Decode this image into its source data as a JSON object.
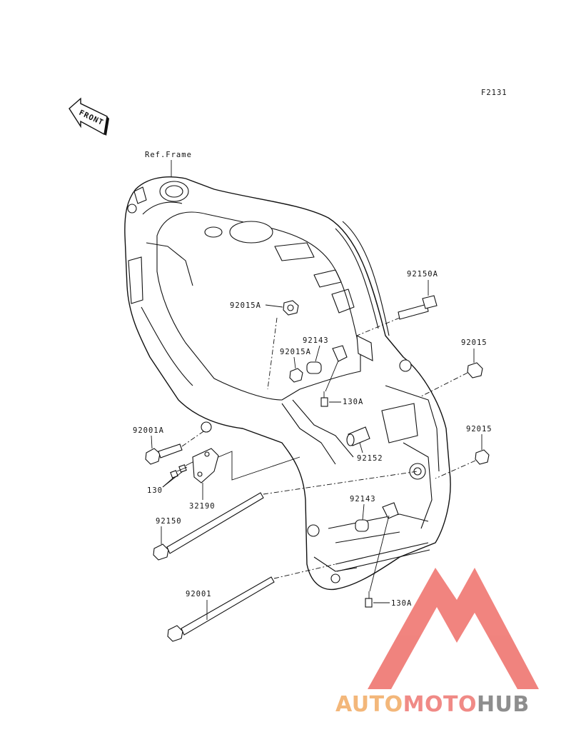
{
  "figure_code": "F2131",
  "front_label": "FRONT",
  "ref_frame_label": "Ref.Frame",
  "parts": [
    {
      "id": "p92150A",
      "label": "92150A"
    },
    {
      "id": "p92015A_top",
      "label": "92015A"
    },
    {
      "id": "p92143_top",
      "label": "92143"
    },
    {
      "id": "p92015A_mid",
      "label": "92015A"
    },
    {
      "id": "p130A_top",
      "label": "130A"
    },
    {
      "id": "p92015_top",
      "label": "92015"
    },
    {
      "id": "p92001A",
      "label": "92001A"
    },
    {
      "id": "p92015_mid",
      "label": "92015"
    },
    {
      "id": "p92152",
      "label": "92152"
    },
    {
      "id": "p130",
      "label": "130"
    },
    {
      "id": "p32190",
      "label": "32190"
    },
    {
      "id": "p92143_bot",
      "label": "92143"
    },
    {
      "id": "p92150",
      "label": "92150"
    },
    {
      "id": "p92001",
      "label": "92001"
    },
    {
      "id": "p130A_bot",
      "label": "130A"
    }
  ],
  "watermark": {
    "part1": "AUTO",
    "part2": "MOTO",
    "part3": "HUB",
    "color1": "#f3b77a",
    "color2": "#f08a86",
    "color3": "#8e8e8e",
    "logo_color": "#ee6e68"
  }
}
